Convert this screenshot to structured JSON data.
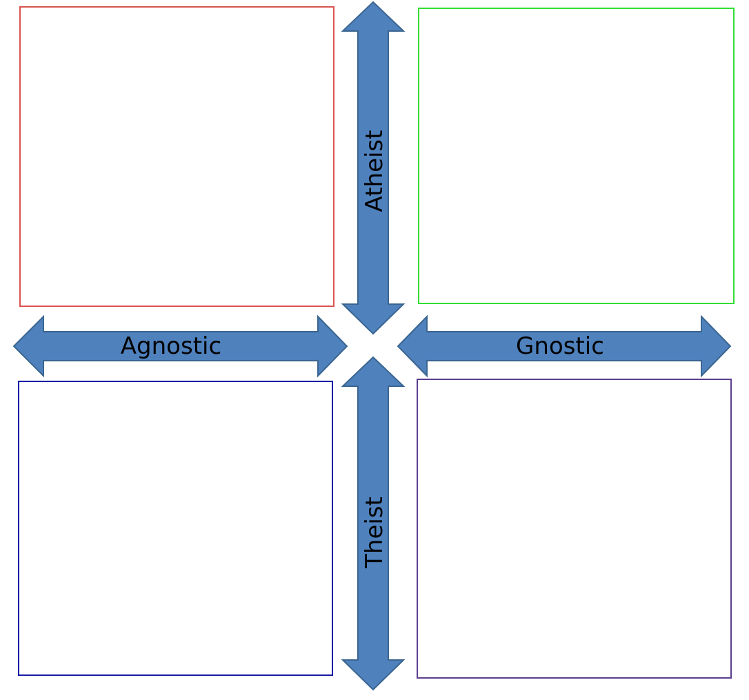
{
  "labels": {
    "top": "Atheist",
    "bottom": "Theist",
    "left": "Agnostic",
    "right": "Gnostic"
  },
  "colors": {
    "arrow_fill": "#4f81bd",
    "arrow_stroke": "#3a6591",
    "box_top_left": "#d9534f",
    "box_top_right": "#33dd33",
    "box_bottom_left": "#1a1aa6",
    "box_bottom_right": "#5b3f8f"
  }
}
